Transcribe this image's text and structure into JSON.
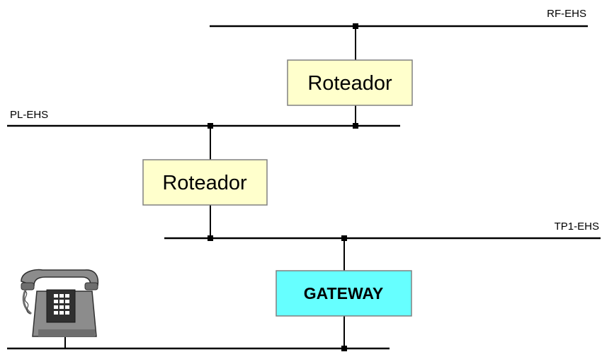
{
  "buses": {
    "rf": {
      "label": "RF-EHS"
    },
    "pl": {
      "label": "PL-EHS"
    },
    "tp1": {
      "label": "TP1-EHS"
    },
    "telephone_line": {
      "label": ""
    }
  },
  "routers": [
    {
      "label": "Roteador",
      "connects": [
        "RF-EHS",
        "PL-EHS"
      ]
    },
    {
      "label": "Roteador",
      "connects": [
        "PL-EHS",
        "TP1-EHS"
      ]
    }
  ],
  "gateway": {
    "label": "GATEWAY",
    "connects": [
      "TP1-EHS",
      "telephone line"
    ]
  },
  "icons": {
    "telephone": "telephone-icon"
  },
  "colors": {
    "bus_line": "#000000",
    "router_fill": "#ffffcc",
    "router_border": "#808080",
    "gateway_fill": "#66ffff",
    "gateway_border": "#808080",
    "phone_body": "#8c8c8c",
    "phone_dark": "#303030",
    "keypad": "#ffffff"
  }
}
